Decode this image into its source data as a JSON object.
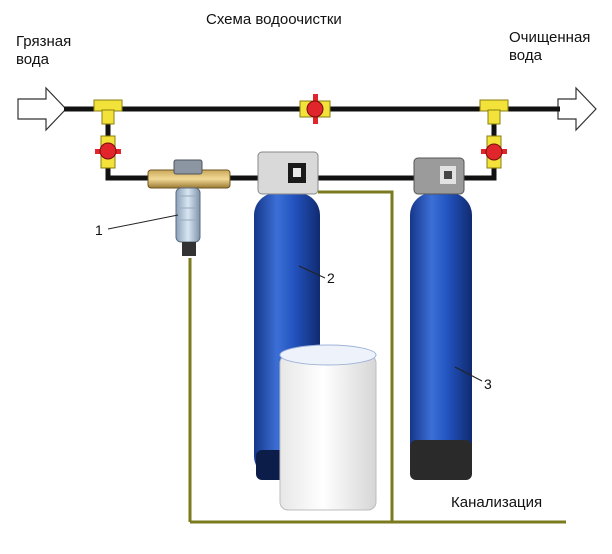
{
  "title": "Схема водоочистки",
  "inlet_label": [
    "Грязная",
    "вода"
  ],
  "outlet_label": [
    "Очищенная",
    "вода"
  ],
  "drain_label": "Канализация",
  "component_numbers": [
    "1",
    "2",
    "3"
  ],
  "colors": {
    "pipe": "#111111",
    "drain_line": "#7a7a1e",
    "tee": "#f2e23a",
    "valve": "#e0262b",
    "tank_blue": "#1f4fb8",
    "tank_dark": "#16378a",
    "brine_white": "#f3f3f3",
    "control_head": "#d9d9d9"
  }
}
